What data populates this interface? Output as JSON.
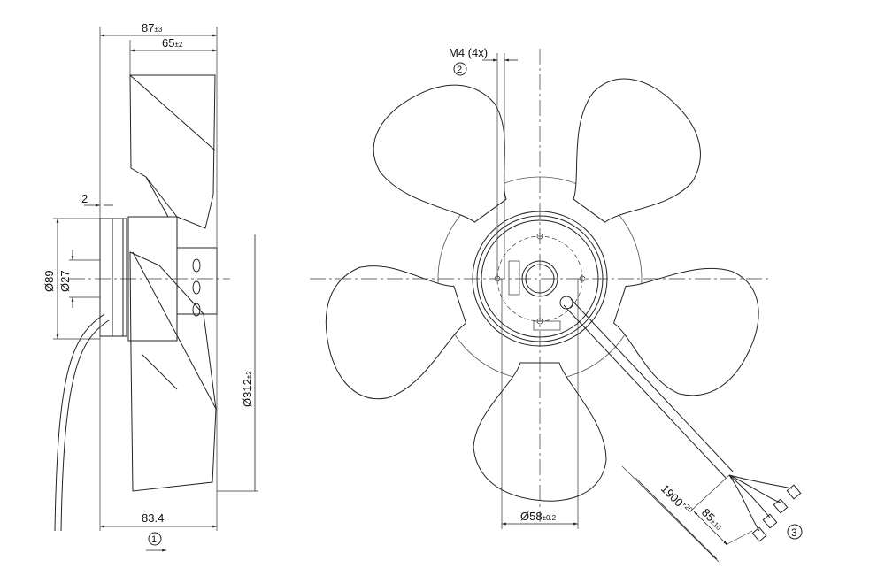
{
  "side_view": {
    "dim_overall_depth": "87",
    "dim_overall_depth_tol": "±3",
    "dim_blade_depth": "65",
    "dim_blade_depth_tol": "±2",
    "dim_flange": "2",
    "dim_hub_diameter": "Ø89",
    "dim_shaft_diameter": "Ø27",
    "dim_fan_diameter": "Ø312",
    "dim_fan_diameter_tol": "±2",
    "dim_mount_depth": "83.4",
    "airflow_marker": "1"
  },
  "front_view": {
    "dim_thread": "M4 (4x)",
    "thread_marker": "2",
    "dim_bolt_circle": "Ø58",
    "dim_bolt_circle_tol": "±0.2",
    "dim_cable_length": "1900",
    "dim_cable_length_tol": "+20",
    "dim_strip_length": "85",
    "dim_strip_length_tol": "±10",
    "connector_marker": "3"
  }
}
